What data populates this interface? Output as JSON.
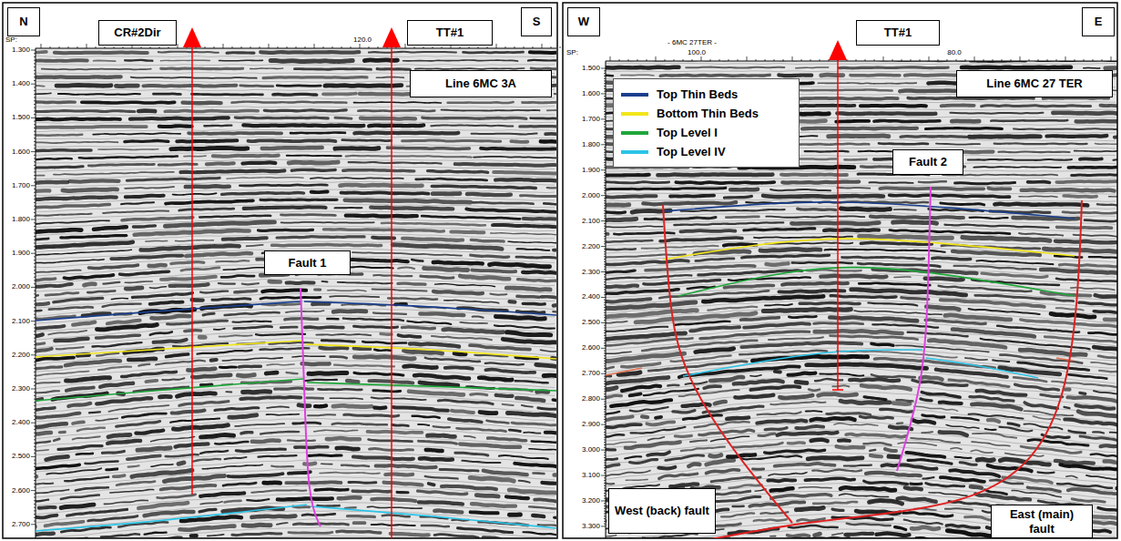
{
  "diagram": {
    "nodes": [
      {
        "text": [
          "N"
        ]
      },
      {
        "text": [
          "CR#2Dir"
        ]
      },
      {
        "text": [
          "TT#1"
        ]
      },
      {
        "text": [
          "S"
        ]
      },
      {
        "text": [
          "Line 6MC 3A"
        ]
      },
      {
        "text": [
          "Fault 1"
        ]
      },
      {
        "text": [
          "W"
        ]
      },
      {
        "text": [
          "TT#1"
        ]
      },
      {
        "text": [
          "E"
        ]
      },
      {
        "text": [
          "Line 6MC 27 TER"
        ]
      },
      {
        "text": [
          "Fault 2"
        ]
      },
      {
        "text": [
          "West (back) fault"
        ]
      },
      {
        "text": [
          "East (main) fault"
        ]
      }
    ],
    "labels": [
      "SP:",
      "120.0",
      "1.300",
      "1.400",
      "1.500",
      "1.600",
      "1.700",
      "1.800",
      "1.900",
      "2.000",
      "2.100",
      "2.200",
      "2.300",
      "2.400",
      "2.500",
      "2.600",
      "2.700",
      "SP:",
      "- 6MC 27TER -",
      "100.0",
      "80.0",
      "1.500",
      "1.600",
      "1.700",
      "1.800",
      "1.900",
      "2.000",
      "2.100",
      "2.200",
      "2.300",
      "2.400",
      "2.500",
      "2.600",
      "2.700",
      "2.800",
      "2.900",
      "3.000",
      "3.100",
      "3.200",
      "3.300"
    ],
    "legend": [
      {
        "text": "Top Thin Beds",
        "color": "#1a3f8c"
      },
      {
        "text": "Bottom Thin Beds",
        "color": "#f2e51a"
      },
      {
        "text": "Top Level I",
        "color": "#1fa63a"
      },
      {
        "text": "Top Level IV",
        "color": "#2cc4e8"
      }
    ]
  }
}
